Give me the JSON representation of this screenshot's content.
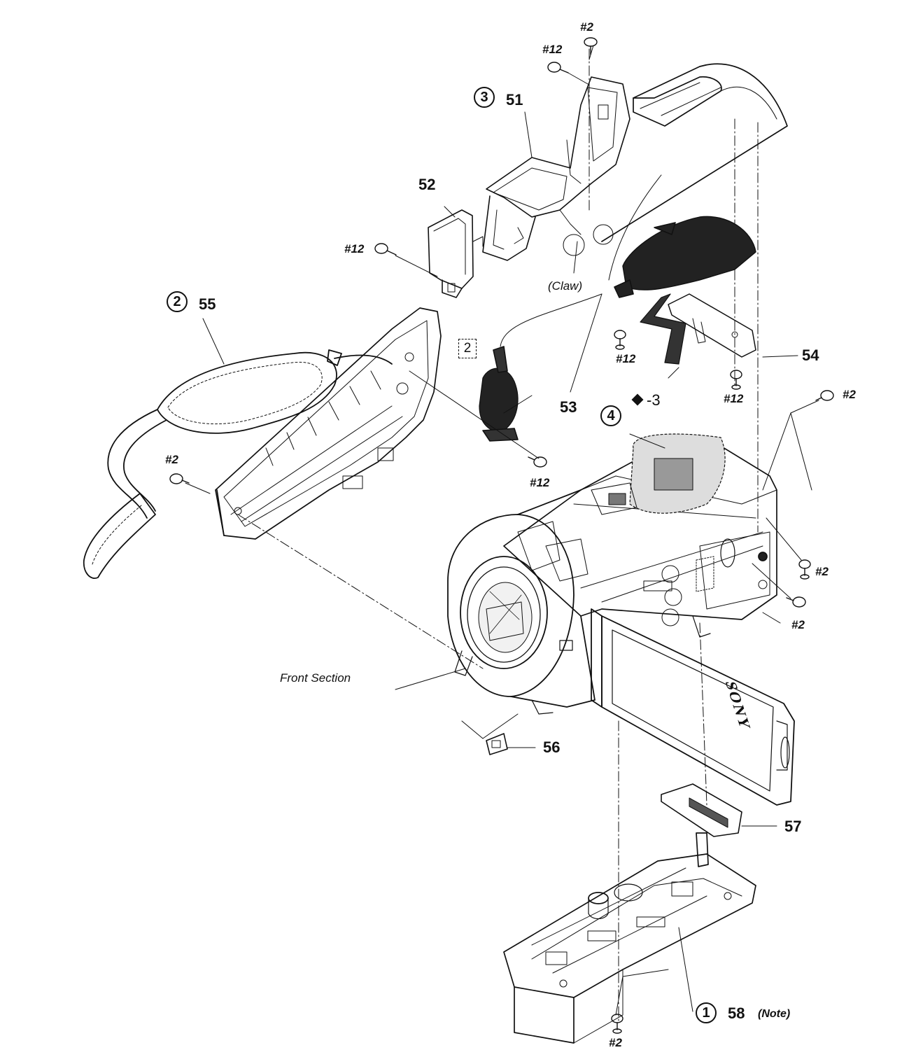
{
  "labels": {
    "n51": "51",
    "n52": "52",
    "n53": "53",
    "n54": "54",
    "n55": "55",
    "n56": "56",
    "n57": "57",
    "n58": "58",
    "note": "(Note)",
    "claw": "(Claw)",
    "front_section": "Front Section",
    "diamond_ref": "-3",
    "brand": "SONY"
  },
  "circled": {
    "c1": "1",
    "c2": "2",
    "c3": "3",
    "c4": "4"
  },
  "boxed": {
    "b2": "2"
  },
  "screws": {
    "s_top_2": "#2",
    "s_top_12": "#12",
    "s_52_12": "#12",
    "s_mid_12": "#12",
    "s_54_12": "#12",
    "s_right_2a": "#2",
    "s_left_2": "#2",
    "s_53_12": "#12",
    "s_right_2b": "#2",
    "s_right_2c": "#2",
    "s_bottom_2": "#2"
  }
}
